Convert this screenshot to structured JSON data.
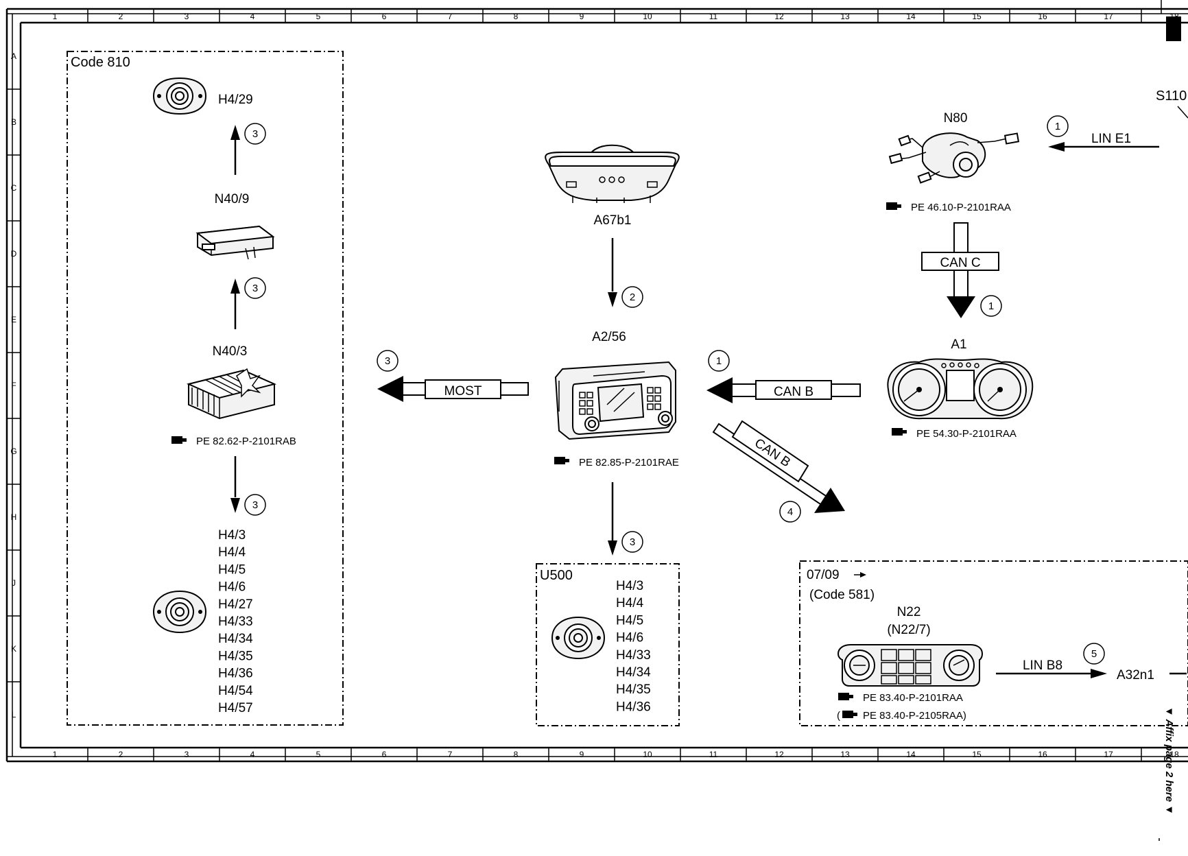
{
  "frame": {
    "columns": [
      "1",
      "2",
      "3",
      "4",
      "5",
      "6",
      "7",
      "8",
      "9",
      "10",
      "11",
      "12",
      "13",
      "14",
      "15",
      "16",
      "17",
      "18"
    ],
    "rows": [
      "A",
      "B",
      "C",
      "D",
      "E",
      "F",
      "G",
      "H",
      "J",
      "K",
      "L"
    ]
  },
  "groups": {
    "code810": "Code 810",
    "u500": "U500",
    "code581_date": "07/09",
    "code581_code": "(Code 581)"
  },
  "components": {
    "h4_29": "H4/29",
    "n40_9": "N40/9",
    "n40_3": "N40/3",
    "n40_3_ref": "PE 82.62-P-2101RAB",
    "left_speakers": [
      "H4/3",
      "H4/4",
      "H4/5",
      "H4/6",
      "H4/27",
      "H4/33",
      "H4/34",
      "H4/35",
      "H4/36",
      "H4/54",
      "H4/57"
    ],
    "a67b1": "A67b1",
    "a2_56": "A2/56",
    "a2_56_ref": "PE 82.85-P-2101RAE",
    "u500_speakers": [
      "H4/3",
      "H4/4",
      "H4/5",
      "H4/6",
      "H4/33",
      "H4/34",
      "H4/35",
      "H4/36"
    ],
    "n80": "N80",
    "n80_ref": "PE 46.10-P-2101RAA",
    "s110": "S110",
    "a1": "A1",
    "a1_ref": "PE 54.30-P-2101RAA",
    "n22": "N22",
    "n22_alt": "(N22/7)",
    "n22_ref1": "PE 83.40-P-2101RAA",
    "n22_ref2": "PE 83.40-P-2105RAA)",
    "a32n1": "A32n1"
  },
  "buses": {
    "most": "MOST",
    "can_b": "CAN B",
    "can_b_diag": "CAN B",
    "can_c": "CAN C",
    "lin_e1": "LIN E1",
    "lin_b8": "LIN B8"
  },
  "markers": {
    "m1": "1",
    "m2": "2",
    "m3": "3",
    "m4": "4",
    "m5": "5"
  },
  "margin_note": "▼ Affix page 2 here ▼"
}
